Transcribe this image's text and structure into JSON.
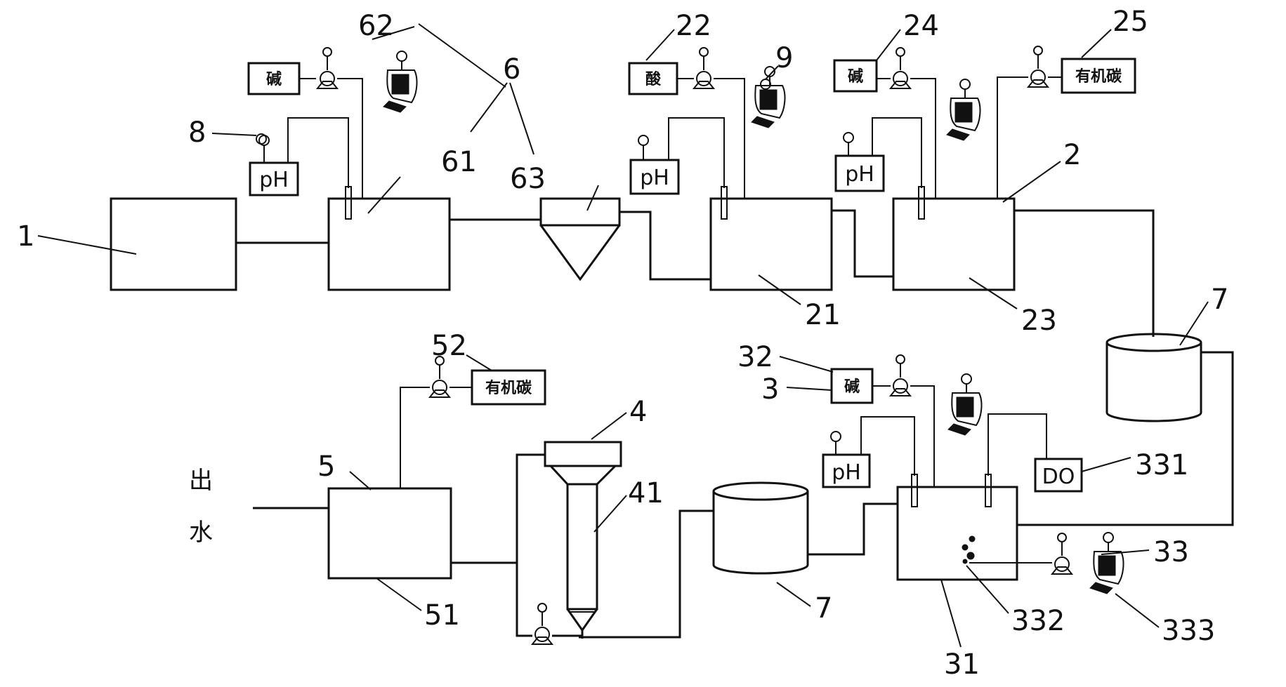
{
  "chemicals": {
    "base": "碱",
    "acid": "酸",
    "organic_carbon": "有机碳"
  },
  "instruments": {
    "ph": "pH",
    "do": "DO"
  },
  "outlet": {
    "char1": "出",
    "char2": "水"
  },
  "labels": {
    "n1": "1",
    "n2": "2",
    "n3": "3",
    "n4": "4",
    "n5": "5",
    "n6": "6",
    "n7a": "7",
    "n7b": "7",
    "n8": "8",
    "n9": "9",
    "n21": "21",
    "n22": "22",
    "n23": "23",
    "n24": "24",
    "n25": "25",
    "n31": "31",
    "n32": "32",
    "n33": "33",
    "n41": "41",
    "n51": "51",
    "n52": "52",
    "n61": "61",
    "n62": "62",
    "n63": "63",
    "n331": "331",
    "n332": "332",
    "n333": "333"
  }
}
